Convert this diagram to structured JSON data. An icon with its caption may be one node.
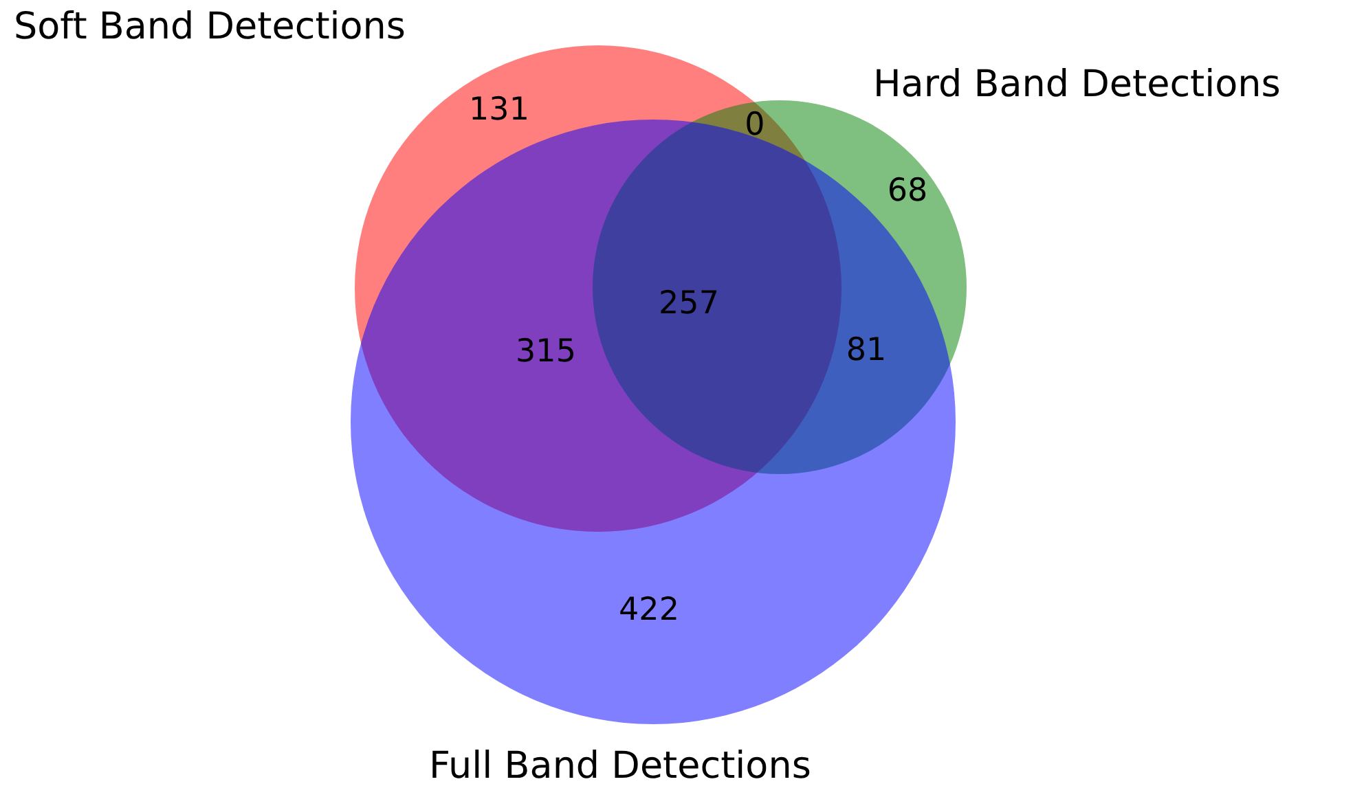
{
  "diagram": {
    "nodes": [
      {
        "text": [
          "Soft Band Detections"
        ]
      },
      {
        "text": [
          "Hard Band Detections"
        ]
      },
      {
        "text": [
          "Full Band Detections"
        ]
      }
    ],
    "labels": [
      "131",
      "0",
      "68",
      "257",
      "315",
      "81",
      "422"
    ]
  }
}
